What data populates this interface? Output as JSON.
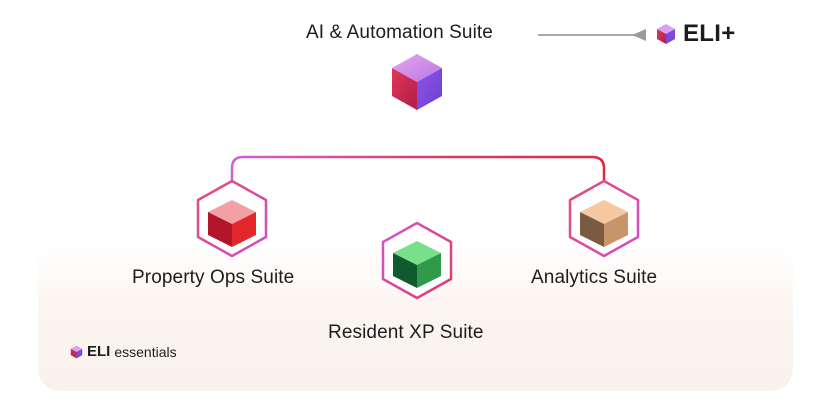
{
  "diagram": {
    "top": {
      "label": "AI & Automation Suite"
    },
    "brand_plus": {
      "label": "ELI+"
    },
    "children": [
      {
        "label": "Property Ops Suite"
      },
      {
        "label": "Resident XP Suite"
      },
      {
        "label": "Analytics Suite"
      }
    ],
    "footer_brand": {
      "bold": "ELI",
      "rest": "essentials"
    }
  },
  "colors": {
    "line_purple": "#c657d6",
    "line_red": "#e0324a",
    "arrow_gray": "#9b9b9b",
    "ops_cube": "#e2262a",
    "xp_cube": "#2f9a4a",
    "analytics_cube": "#c8946a",
    "top_cube": "#a04ed8"
  }
}
